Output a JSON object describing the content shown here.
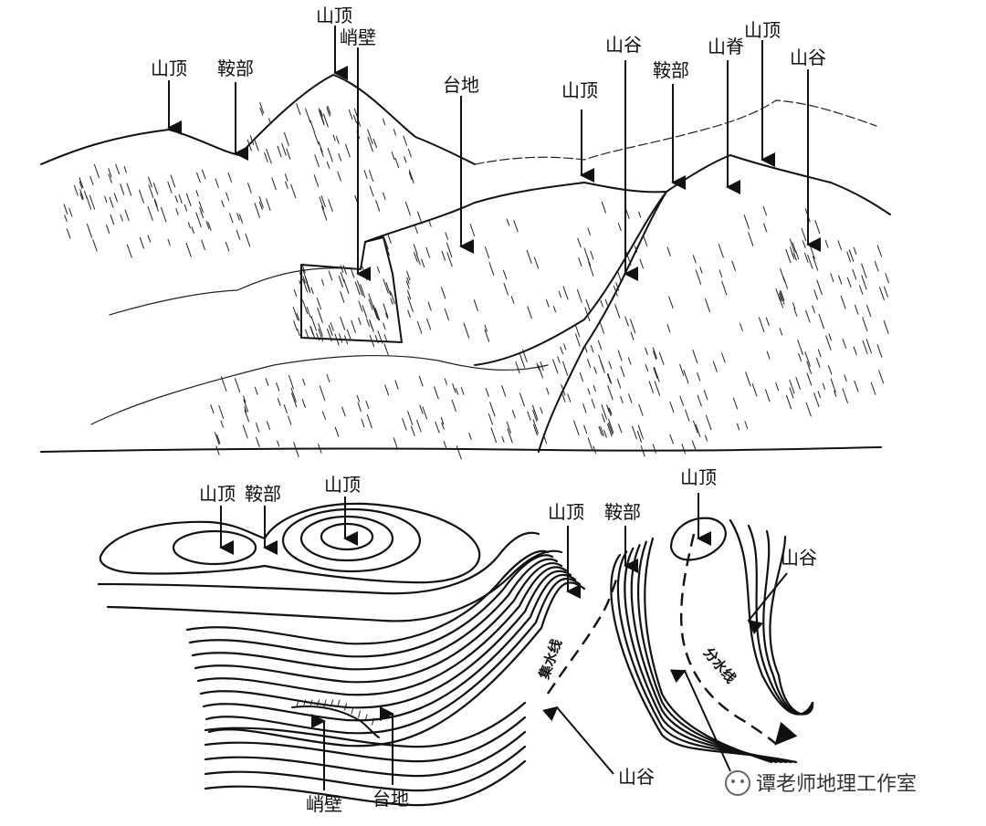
{
  "sketch": {
    "labels": {
      "peak_left": "山顶",
      "saddle_left": "鞍部",
      "peak_center": "山顶",
      "cliff": "峭壁",
      "plateau": "台地",
      "peak_mid": "山顶",
      "valley_mid": "山谷",
      "saddle_right": "鞍部",
      "ridge": "山脊",
      "peak_right": "山顶",
      "valley_right": "山谷"
    }
  },
  "contour_map": {
    "labels": {
      "peak_left": "山顶",
      "saddle_left": "鞍部",
      "peak_center": "山顶",
      "peak_mid": "山顶",
      "saddle_right": "鞍部",
      "peak_right": "山顶",
      "valley_right": "山谷",
      "collecting_line": "集水线",
      "dividing_line": "分水线",
      "valley_bottom": "山谷",
      "cliff": "峭壁",
      "plateau": "台地"
    }
  },
  "watermark": {
    "text": "谭老师地理工作室"
  }
}
